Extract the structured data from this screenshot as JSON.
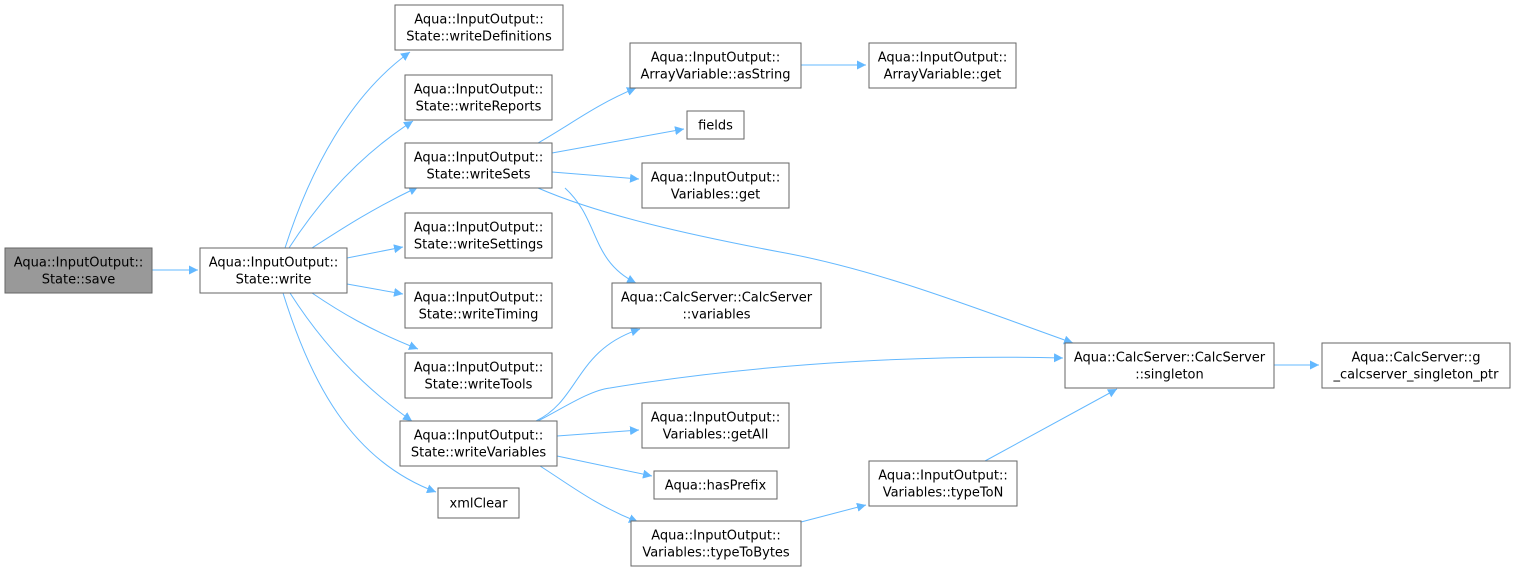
{
  "diagram": {
    "edge_color": "#63b8ff",
    "root_fill": "#999999",
    "node_border": "#666666",
    "nodes": [
      {
        "id": "save",
        "lines": [
          "Aqua::InputOutput::",
          "State::save"
        ],
        "root": true
      },
      {
        "id": "write",
        "lines": [
          "Aqua::InputOutput::",
          "State::write"
        ]
      },
      {
        "id": "writeDefinitions",
        "lines": [
          "Aqua::InputOutput::",
          "State::writeDefinitions"
        ]
      },
      {
        "id": "writeReports",
        "lines": [
          "Aqua::InputOutput::",
          "State::writeReports"
        ]
      },
      {
        "id": "writeSets",
        "lines": [
          "Aqua::InputOutput::",
          "State::writeSets"
        ]
      },
      {
        "id": "writeSettings",
        "lines": [
          "Aqua::InputOutput::",
          "State::writeSettings"
        ]
      },
      {
        "id": "writeTiming",
        "lines": [
          "Aqua::InputOutput::",
          "State::writeTiming"
        ]
      },
      {
        "id": "writeTools",
        "lines": [
          "Aqua::InputOutput::",
          "State::writeTools"
        ]
      },
      {
        "id": "writeVariables",
        "lines": [
          "Aqua::InputOutput::",
          "State::writeVariables"
        ]
      },
      {
        "id": "xmlClear",
        "lines": [
          "xmlClear"
        ]
      },
      {
        "id": "asString",
        "lines": [
          "Aqua::InputOutput::",
          "ArrayVariable::asString"
        ]
      },
      {
        "id": "arrGet",
        "lines": [
          "Aqua::InputOutput::",
          "ArrayVariable::get"
        ]
      },
      {
        "id": "fields",
        "lines": [
          "fields"
        ]
      },
      {
        "id": "varGet",
        "lines": [
          "Aqua::InputOutput::",
          "Variables::get"
        ]
      },
      {
        "id": "calcVariables",
        "lines": [
          "Aqua::CalcServer::CalcServer",
          "::variables"
        ]
      },
      {
        "id": "singleton",
        "lines": [
          "Aqua::CalcServer::CalcServer",
          "::singleton"
        ]
      },
      {
        "id": "gptr",
        "lines": [
          "Aqua::CalcServer::g",
          "_calcserver_singleton_ptr"
        ]
      },
      {
        "id": "getAll",
        "lines": [
          "Aqua::InputOutput::",
          "Variables::getAll"
        ]
      },
      {
        "id": "hasPrefix",
        "lines": [
          "Aqua::hasPrefix"
        ]
      },
      {
        "id": "typeToBytes",
        "lines": [
          "Aqua::InputOutput::",
          "Variables::typeToBytes"
        ]
      },
      {
        "id": "typeToN",
        "lines": [
          "Aqua::InputOutput::",
          "Variables::typeToN"
        ]
      }
    ],
    "edges": [
      {
        "from": "save",
        "to": "write"
      },
      {
        "from": "write",
        "to": "writeDefinitions"
      },
      {
        "from": "write",
        "to": "writeReports"
      },
      {
        "from": "write",
        "to": "writeSets"
      },
      {
        "from": "write",
        "to": "writeSettings"
      },
      {
        "from": "write",
        "to": "writeTiming"
      },
      {
        "from": "write",
        "to": "writeTools"
      },
      {
        "from": "write",
        "to": "writeVariables"
      },
      {
        "from": "write",
        "to": "xmlClear"
      },
      {
        "from": "writeSets",
        "to": "asString"
      },
      {
        "from": "writeSets",
        "to": "fields"
      },
      {
        "from": "writeSets",
        "to": "varGet"
      },
      {
        "from": "writeSets",
        "to": "calcVariables"
      },
      {
        "from": "writeSets",
        "to": "singleton"
      },
      {
        "from": "asString",
        "to": "arrGet"
      },
      {
        "from": "writeVariables",
        "to": "calcVariables"
      },
      {
        "from": "writeVariables",
        "to": "singleton"
      },
      {
        "from": "writeVariables",
        "to": "getAll"
      },
      {
        "from": "writeVariables",
        "to": "hasPrefix"
      },
      {
        "from": "writeVariables",
        "to": "typeToBytes"
      },
      {
        "from": "typeToBytes",
        "to": "typeToN"
      },
      {
        "from": "typeToN",
        "to": "singleton"
      },
      {
        "from": "singleton",
        "to": "gptr"
      }
    ]
  }
}
